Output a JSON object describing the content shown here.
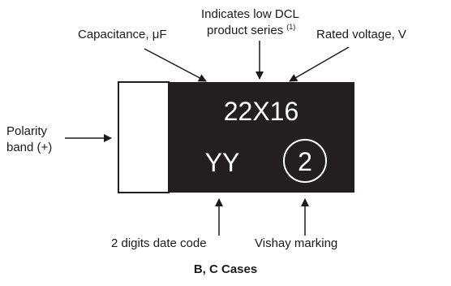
{
  "labels": {
    "capacitance": "Capacitance, μF",
    "dcl_line1": "Indicates low DCL",
    "dcl_line2": "product series",
    "dcl_note": "(1)",
    "rated_voltage": "Rated voltage, V",
    "polarity_line1": "Polarity",
    "polarity_line2": "band (+)",
    "date_code": "2 digits date code",
    "vishay_marking": "Vishay marking"
  },
  "marking": {
    "top_code": "22X16",
    "date_code": "YY",
    "vishay_logo": "2"
  },
  "caption": "B, C Cases",
  "colors": {
    "body": "#231f20",
    "band": "#ffffff",
    "ink": "#1a1a1a"
  }
}
